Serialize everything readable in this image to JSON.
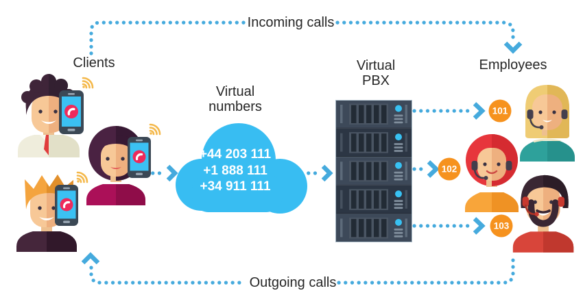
{
  "flow_labels": {
    "incoming": "Incoming calls",
    "outgoing": "Outgoing calls"
  },
  "groups": {
    "clients": {
      "title": "Clients",
      "figures": [
        "client-man-curly-hair-with-phone",
        "client-woman-bob-hair-with-phone",
        "client-man-spiky-hair-with-phone"
      ]
    },
    "employees": {
      "title": "Employees",
      "figures": [
        "employee-woman-blonde-headset",
        "employee-woman-redhead-headset",
        "employee-man-beard-headset"
      ]
    }
  },
  "virtual_numbers": {
    "label_line1": "Virtual",
    "label_line2": "numbers",
    "numbers": [
      "+44 203 111",
      "+1 888 111",
      "+34 911 111"
    ]
  },
  "virtual_pbx": {
    "label_line1": "Virtual",
    "label_line2": "PBX",
    "rack_units": 5
  },
  "extensions": [
    {
      "number": "101"
    },
    {
      "number": "102"
    },
    {
      "number": "103"
    }
  ],
  "colors": {
    "line_blue": "#45aadd",
    "cloud_blue": "#38bdf2",
    "badge_orange": "#f6921e",
    "call_icon_pink": "#ee2a5b",
    "wifi_orange": "#f4b84a",
    "led_cyan": "#38c1f2",
    "text": "#262626"
  }
}
